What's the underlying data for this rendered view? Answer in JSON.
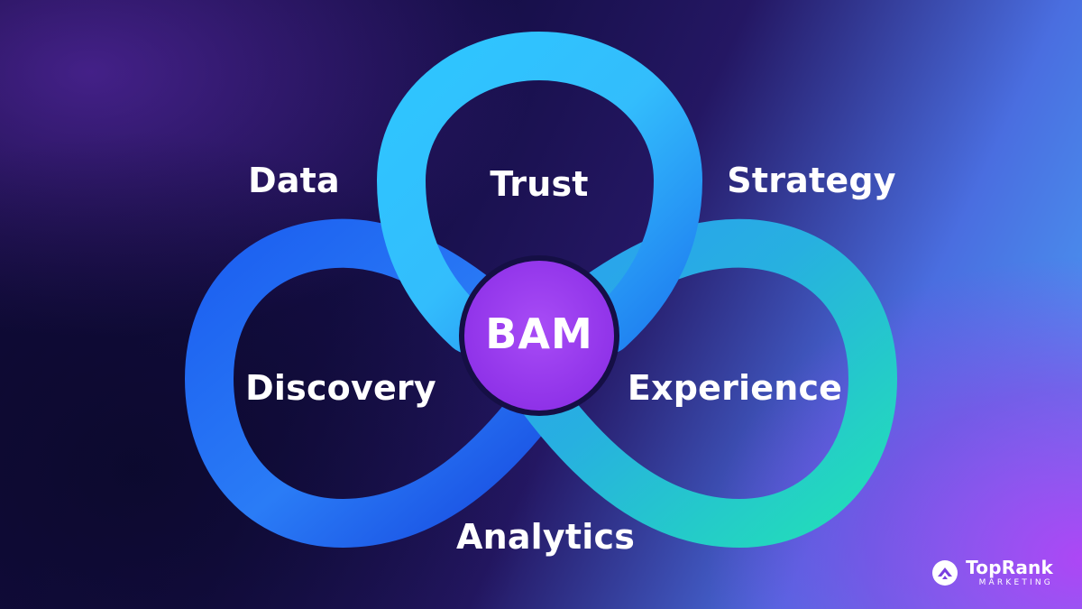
{
  "diagram": {
    "center_label": "BAM",
    "loops": [
      {
        "id": "top",
        "inner_label": "Trust"
      },
      {
        "id": "left",
        "inner_label": "Discovery"
      },
      {
        "id": "right",
        "inner_label": "Experience"
      }
    ],
    "outer_labels": {
      "top_left": "Data",
      "top_right": "Strategy",
      "bottom": "Analytics"
    },
    "colors": {
      "top_loop": "#2ec8ff",
      "left_loop": "#1e6bf0",
      "right_loop": "#22e0b8",
      "center_circle": "#9b3ff0",
      "text": "#ffffff"
    }
  },
  "logo": {
    "name": "TopRank",
    "sub": "MARKETING",
    "icon": "toprank-logo-icon"
  }
}
